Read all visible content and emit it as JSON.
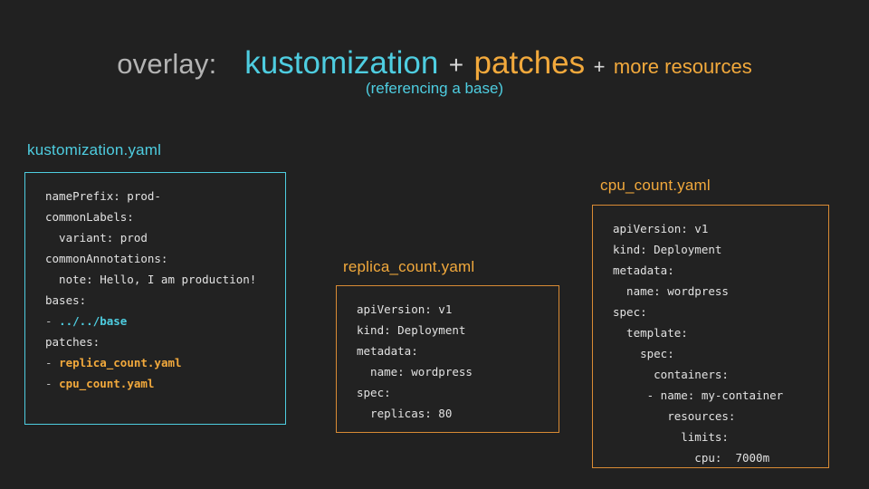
{
  "slide": {
    "background_color": "#212121",
    "title": {
      "label": "overlay:",
      "part_kustomization": "kustomization",
      "plus_1": "+",
      "part_patches": "patches",
      "plus_2": "+",
      "part_more": "more resources",
      "subtitle": "(referencing a base)",
      "color_label": "#b3b3b3",
      "color_cyan": "#4ecde0",
      "color_orange": "#f2a93c"
    }
  },
  "cards": [
    {
      "id": "kustomization",
      "label": "kustomization.yaml",
      "accent": "#4ecde0",
      "lines": [
        [
          {
            "t": "namePrefix: prod-",
            "c": "plain"
          }
        ],
        [
          {
            "t": "commonLabels:",
            "c": "plain"
          }
        ],
        [
          {
            "t": "  variant: prod",
            "c": "plain"
          }
        ],
        [
          {
            "t": "commonAnnotations:",
            "c": "plain"
          }
        ],
        [
          {
            "t": "  note: Hello, I am production!",
            "c": "plain"
          }
        ],
        [
          {
            "t": "bases:",
            "c": "plain"
          }
        ],
        [
          {
            "t": "- ",
            "c": "dash"
          },
          {
            "t": "../../base",
            "c": "cy"
          }
        ],
        [
          {
            "t": "patches:",
            "c": "plain"
          }
        ],
        [
          {
            "t": "- ",
            "c": "dash"
          },
          {
            "t": "replica_count.yaml",
            "c": "og"
          }
        ],
        [
          {
            "t": "- ",
            "c": "dash"
          },
          {
            "t": "cpu_count.yaml",
            "c": "og"
          }
        ]
      ]
    },
    {
      "id": "replica",
      "label": "replica_count.yaml",
      "accent": "#f2a93c",
      "lines": [
        [
          {
            "t": "apiVersion: v1",
            "c": "plain"
          }
        ],
        [
          {
            "t": "kind: Deployment",
            "c": "plain"
          }
        ],
        [
          {
            "t": "metadata:",
            "c": "plain"
          }
        ],
        [
          {
            "t": "  name: wordpress",
            "c": "plain"
          }
        ],
        [
          {
            "t": "spec:",
            "c": "plain"
          }
        ],
        [
          {
            "t": "  replicas: 80",
            "c": "plain"
          }
        ]
      ]
    },
    {
      "id": "cpu",
      "label": "cpu_count.yaml",
      "accent": "#f2a93c",
      "lines": [
        [
          {
            "t": "apiVersion: v1",
            "c": "plain"
          }
        ],
        [
          {
            "t": "kind: Deployment",
            "c": "plain"
          }
        ],
        [
          {
            "t": "metadata:",
            "c": "plain"
          }
        ],
        [
          {
            "t": "  name: wordpress",
            "c": "plain"
          }
        ],
        [
          {
            "t": "spec:",
            "c": "plain"
          }
        ],
        [
          {
            "t": "  template:",
            "c": "plain"
          }
        ],
        [
          {
            "t": "    spec:",
            "c": "plain"
          }
        ],
        [
          {
            "t": "      containers:",
            "c": "plain"
          }
        ],
        [
          {
            "t": "     - name: my-container",
            "c": "plain"
          }
        ],
        [
          {
            "t": "        resources:",
            "c": "plain"
          }
        ],
        [
          {
            "t": "          limits:",
            "c": "plain"
          }
        ],
        [
          {
            "t": "            cpu:  7000m",
            "c": "plain"
          }
        ]
      ]
    }
  ]
}
